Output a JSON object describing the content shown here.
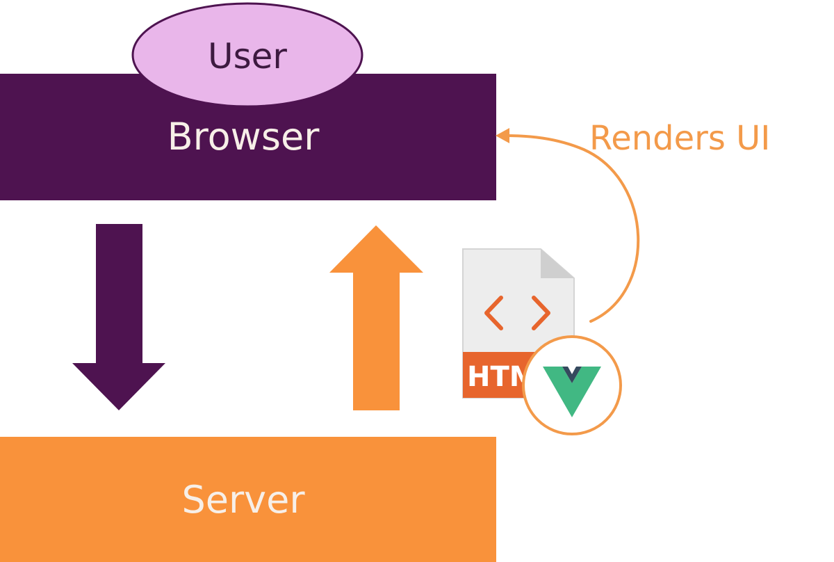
{
  "user": {
    "label": "User"
  },
  "browser": {
    "label": "Browser"
  },
  "server": {
    "label": "Server"
  },
  "render_note": {
    "label": "Renders UI"
  },
  "file_icon": {
    "badge_label": "HTML",
    "icon": "html-file-icon"
  },
  "vue_badge": {
    "icon": "vue-logo-icon"
  },
  "colors": {
    "browser": "#4e1350",
    "server": "#f9923b",
    "user": "#e9b6ea",
    "user_border": "#4e1350",
    "text_dark": "#3d1a40",
    "text_light": "#f7efe8",
    "accent": "#f39a4a",
    "file_body": "#ededed",
    "file_badge": "#e7652d",
    "vue_green": "#41b883",
    "vue_dark": "#35495e"
  }
}
